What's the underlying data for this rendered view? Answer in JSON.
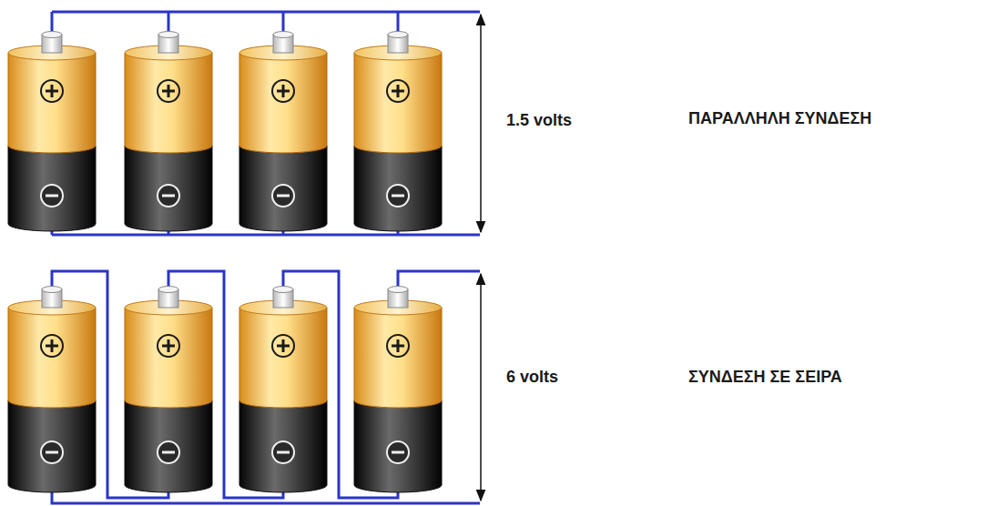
{
  "diagram": {
    "labels": [
      "1.5 volts",
      "ΠΑΡΑΛΛΗΛΗ ΣΥΝΔΕΣΗ",
      "6 volts",
      "ΣΥΝΔΕΣΗ ΣΕ ΣΕΙΡΑ"
    ]
  }
}
